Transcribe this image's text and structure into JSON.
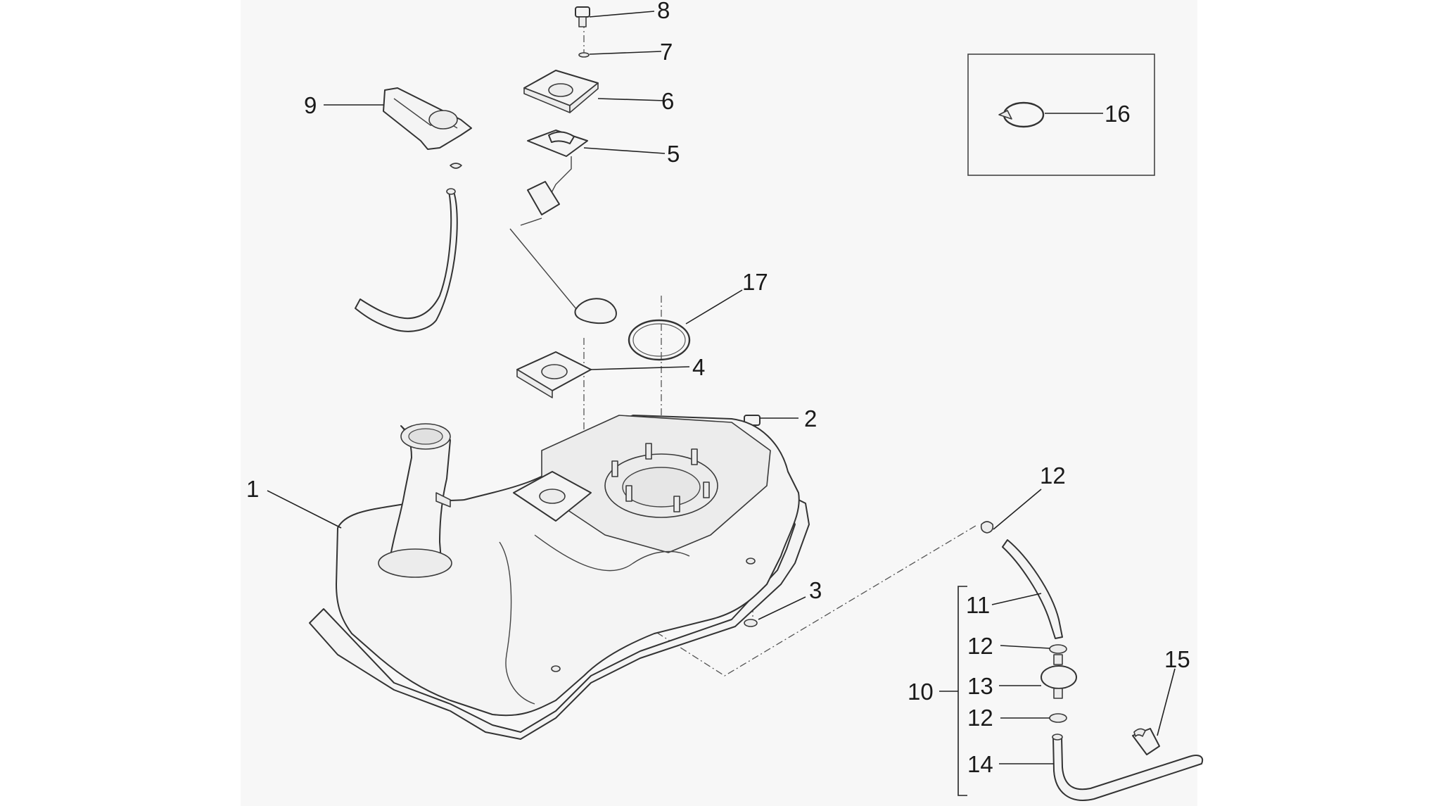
{
  "diagram": {
    "callouts": {
      "c1": "1",
      "c2": "2",
      "c3": "3",
      "c4": "4",
      "c5": "5",
      "c6": "6",
      "c7": "7",
      "c8": "8",
      "c9": "9",
      "c10": "10",
      "c11": "11",
      "c12a": "12",
      "c12b": "12",
      "c12c": "12",
      "c13": "13",
      "c14": "14",
      "c15": "15",
      "c16": "16",
      "c17": "17"
    },
    "colors": {
      "line": "#333333",
      "paper": "#f7f7f7",
      "part_fill": "#f4f4f4"
    }
  }
}
